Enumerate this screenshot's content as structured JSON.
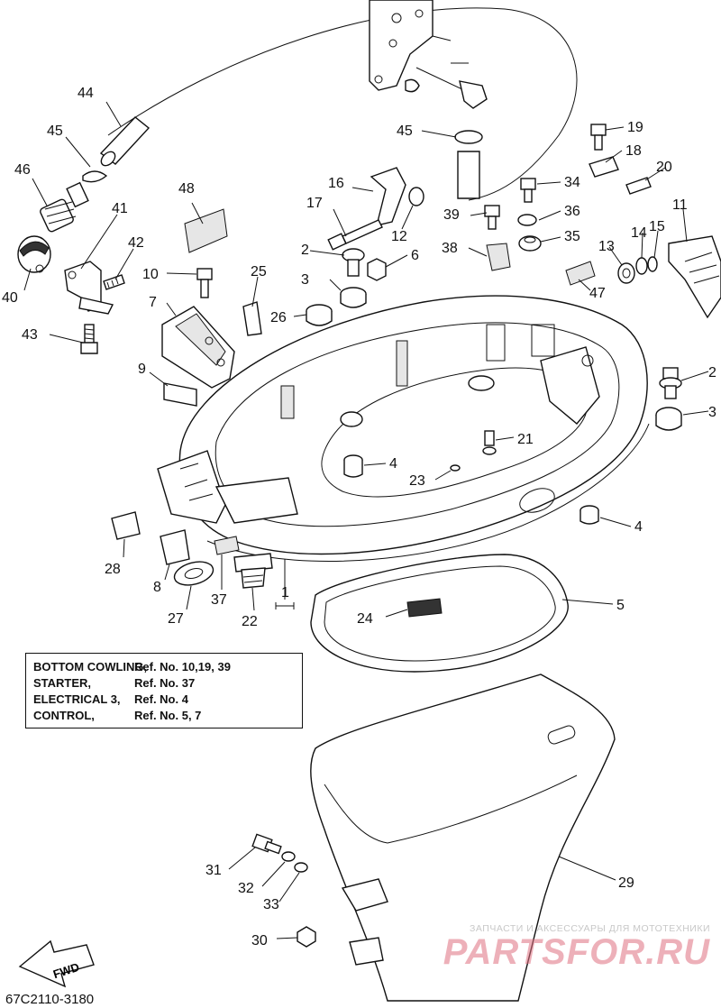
{
  "callouts": {
    "n1": "1",
    "n2a": "2",
    "n2b": "2",
    "n3a": "3",
    "n3b": "3",
    "n4a": "4",
    "n4b": "4",
    "n5": "5",
    "n6": "6",
    "n7": "7",
    "n8": "8",
    "n9": "9",
    "n10": "10",
    "n11": "11",
    "n12": "12",
    "n13": "13",
    "n14": "14",
    "n15": "15",
    "n16": "16",
    "n17": "17",
    "n18": "18",
    "n19": "19",
    "n20": "20",
    "n21": "21",
    "n22": "22",
    "n23": "23",
    "n24": "24",
    "n25": "25",
    "n26": "26",
    "n27": "27",
    "n28": "28",
    "n29": "29",
    "n30": "30",
    "n31": "31",
    "n32": "32",
    "n33": "33",
    "n34": "34",
    "n35": "35",
    "n36": "36",
    "n37": "37",
    "n38": "38",
    "n39": "39",
    "n40": "40",
    "n41": "41",
    "n42": "42",
    "n43": "43",
    "n44": "44",
    "n45a": "45",
    "n45b": "45",
    "n46": "46",
    "n47": "47",
    "n48": "48"
  },
  "reference_table": [
    {
      "label": "BOTTOM COWLING,",
      "value": "Ref. No. 10,19, 39"
    },
    {
      "label": "STARTER,",
      "value": "Ref. No. 37"
    },
    {
      "label": "ELECTRICAL 3,",
      "value": "Ref. No. 4"
    },
    {
      "label": "CONTROL,",
      "value": "Ref. No. 5, 7"
    }
  ],
  "fwd_label": "FWD",
  "doc_code": "67C2110-3180",
  "watermark": {
    "tagline": "ЗАПЧАСТИ И АКСЕССУАРЫ ДЛЯ МОТОТЕХНИКИ",
    "brand": "PARTSFOR.RU"
  },
  "colors": {
    "line": "#111111",
    "background": "#ffffff",
    "watermark_brand": "#e07080"
  }
}
